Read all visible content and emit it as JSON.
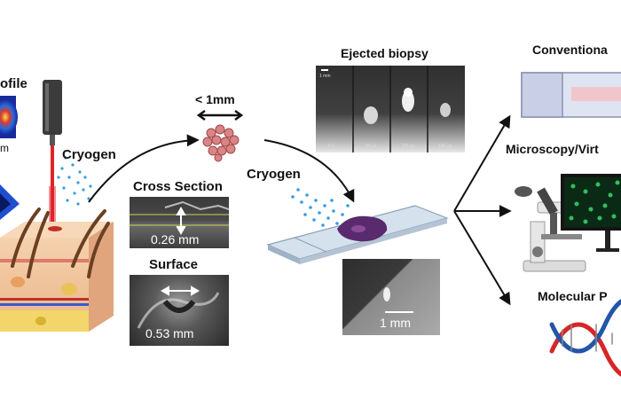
{
  "labels": {
    "profile_partial": "ofile",
    "unit_partial": "m",
    "cryogen_left": "Cryogen",
    "size_scale": "< 1mm",
    "cross_section": "Cross Section",
    "cross_measure": "0.26 mm",
    "surface": "Surface",
    "surface_measure": "0.53 mm",
    "ejected_biopsy": "Ejected biopsy",
    "cryogen_right": "Cryogen",
    "slide_scale": "1 mm",
    "out_conventional": "Conventiona",
    "out_microscopy": "Microscopy/Virt",
    "out_molecular": "Molecular P"
  },
  "ejected_frames": {
    "scale_label": "1 mm",
    "times": [
      "0 s",
      "60 µs",
      "100 µs",
      "140 µs"
    ]
  },
  "colors": {
    "laser": "#e0242b",
    "cryogen_spray": "#3a9be0",
    "skin": "#f2c9a0",
    "cell_cluster": "#d98585",
    "tissue": "#5a2a6e",
    "dna_red": "#d6262a",
    "dna_blue": "#2156a8",
    "monitor_cells": "#2fbf5c"
  }
}
